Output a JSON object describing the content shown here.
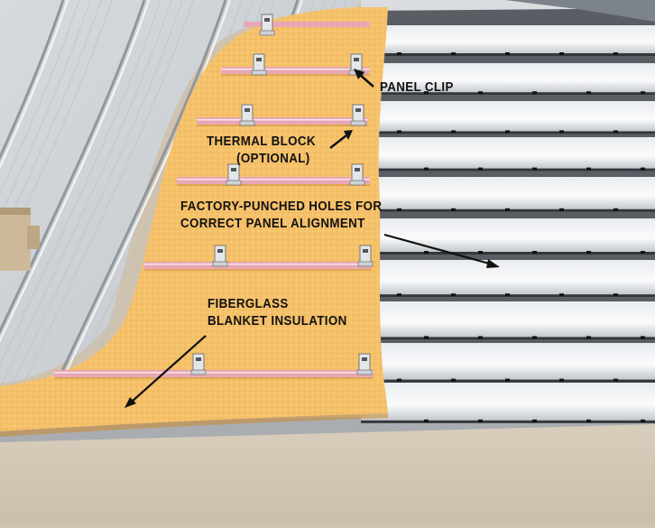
{
  "labels": {
    "panel_clip": "PANEL CLIP",
    "thermal_block": [
      "THERMAL BLOCK",
      "(OPTIONAL)"
    ],
    "factory_holes": [
      "FACTORY-PUNCHED HOLES FOR",
      "CORRECT PANEL ALIGNMENT"
    ],
    "fiberglass": [
      "FIBERGLASS",
      "BLANKET INSULATION"
    ]
  },
  "colors": {
    "insulation": "#f5c16a",
    "ground": "#cfc3b0",
    "thermal_block": "#e8a7b6",
    "purlin": "#44464c",
    "panel_light": "#f2f4f6",
    "panel_dark": "#8e949b",
    "arrow": "#111111"
  }
}
